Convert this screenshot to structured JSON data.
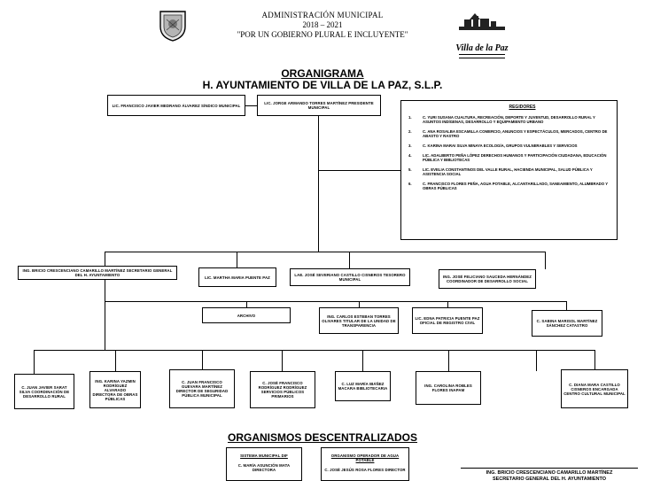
{
  "header": {
    "line1": "ADMINISTRACIÓN MUNICIPAL",
    "line2": "2018 – 2021",
    "line3": "\"POR UN GOBIERNO PLURAL E INCLUYENTE\"",
    "logo_text": "Villa de la Paz"
  },
  "title": "ORGANIGRAMA",
  "subtitle": "H. AYUNTAMIENTO DE VILLA DE LA PAZ, S.L.P.",
  "top": {
    "sindico": "LIC. FRANCISCO JAVIER MEDRANO ÁLVAREZ SÍNDICO MUNICIPAL",
    "presidente": "LIC. JORGE ARMANDO TORRES MARTÍNEZ PRESIDENTE MUNICIPAL"
  },
  "regidores": {
    "title": "REGIDORES",
    "items": [
      {
        "num": "1.",
        "text": "C. YURI SUSANA CUALTURA, RECREACIÓN, DEPORTE Y JUVENTUD, DESARROLLO RURAL Y ASUNTOS INDÍGENAS, DESARROLLO Y EQUIPAMIENTO URBANO"
      },
      {
        "num": "2.",
        "text": "C. ANA ROSALBA ESCAMILLA COMERCIO, ANUNCIOS Y ESPECTÁCULOS, MERCADOS, CENTRO DE ABASTO Y RASTRO"
      },
      {
        "num": "3.",
        "text": "C. KARINA MARAI SILVA MINAYA ECOLOGÍA, GRUPOS VULNERABLES Y SERVICIOS"
      },
      {
        "num": "4.",
        "text": "LIC. ADALBERTO PEÑA LÓPEZ DERECHOS HUMANOS Y PARTICIPACIÓN CIUDADANA, EDUCACIÓN PÚBLICA Y BIBLIOTECAS"
      },
      {
        "num": "5.",
        "text": "LIC. EVELIA CONSTANTINOS DEL VALLE RURAL, HACIENDA MUNICIPAL, SALUD PÚBLICA Y ASISTENCIA SOCIAL"
      },
      {
        "num": "6.",
        "text": "C. FRANCISCO FLORES PEÑA, AGUA POTABLE, ALCANTARILLADO, SANEAMIENTO, ALUMBRADO Y OBRAS PÚBLICAS"
      }
    ]
  },
  "level2": [
    {
      "text": "ING. BRICIO CRESCENCIANO CAMARILLO MARTÍNEZ SECRETARIO GENERAL DEL H. AYUNTAMIENTO"
    },
    {
      "text": "LIC. MARTHA MARIA PUENTE PAZ"
    },
    {
      "text": "LAE. JOSÉ SEVERIANO CASTILLO CISNEROS TESORERO MUNICIPAL"
    },
    {
      "text": "ING. JOSÉ FELICIANO SAUCEDA HERNÁNDEZ COORDINADOR DE DESARROLLO SOCIAL"
    }
  ],
  "level3": [
    {
      "text": "ARCHIVO"
    },
    {
      "text": "ING. CARLOS ESTEBAN TORRES OLIVARES TITULAR DE LA UNIDAD DE TRANSPARENCIA"
    },
    {
      "text": "LIC. EDNA PATRICIA PUENTE PAZ OFICIAL DE REGISTRO CIVIL"
    },
    {
      "text": "C. SABINA MARISOL MARTÍNEZ SÁNCHEZ CATASTRO"
    }
  ],
  "level4": [
    {
      "text": "C. JUAN JAVIER SARAT SILVA COORDINACIÓN DE DESARROLLO RURAL"
    },
    {
      "text": "ING. KARINA YAZMIN RODRÍGUEZ ALVARADO DIRECTORA DE OBRAS PÚBLICAS"
    },
    {
      "text": "C. JUAN FRANCISCO GUEVARA MARTÍNEZ DIRECTOR DE SEGURIDAD PÚBLICA MUNICIPAL"
    },
    {
      "text": "C. JOSÉ FRANCISCO RODRÍGUEZ RODRÍGUEZ SERVICIOS PÚBLICOS PRIMARIOS"
    },
    {
      "text": "C. LUZ MARÍA IBÁÑEZ MACARA BIBLIOTECARIA"
    },
    {
      "text": "ING. CAROLINA ROBLES FLORES INAPAM"
    },
    {
      "text": "C. DIANA MARA CASTILLO CISNEROS ENCARGADA CENTRO CULTURAL MUNICIPAL"
    }
  ],
  "organismos": {
    "title": "ORGANISMOS DESCENTRALIZADOS",
    "items": [
      {
        "head": "SISTEMA MUNICIPAL DIF",
        "text": "C. MARÍA ASUNCIÓN MATA DIRECTORA"
      },
      {
        "head": "ORGANISMO OPERADOR DE AGUA POTABLE",
        "text": "C. JOSÉ JESÚS ROSA FLORES DIRECTOR"
      }
    ]
  },
  "signature": {
    "name": "ING. BRICIO CRESCENCIANO CAMARILLO MARTÍNEZ",
    "role": "SECRETARIO GENERAL DEL H. AYUNTAMIENTO"
  }
}
